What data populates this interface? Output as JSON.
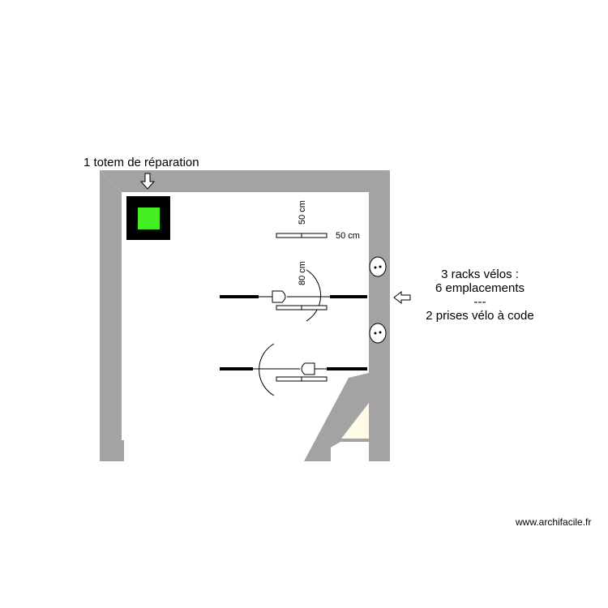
{
  "labels": {
    "totem": "1 totem de réparation",
    "racks_line1": "3 racks vélos :",
    "racks_line2": "6 emplacements",
    "racks_line3": "---",
    "racks_line4": "2 prises vélo à code",
    "dim_vertical_1": "50 cm",
    "dim_horizontal": "50 cm",
    "dim_vertical_2": "80 cm",
    "watermark": "www.archifacile.fr"
  },
  "colors": {
    "wall": "#a3a3a3",
    "totem_outer": "#000000",
    "totem_inner": "#44ee22",
    "triangle_fill": "#fffbe6",
    "line": "#000000"
  },
  "icons": {
    "arrow_down": "arrow-down-icon",
    "arrow_left": "arrow-left-icon",
    "outlet": "outlet-icon"
  }
}
